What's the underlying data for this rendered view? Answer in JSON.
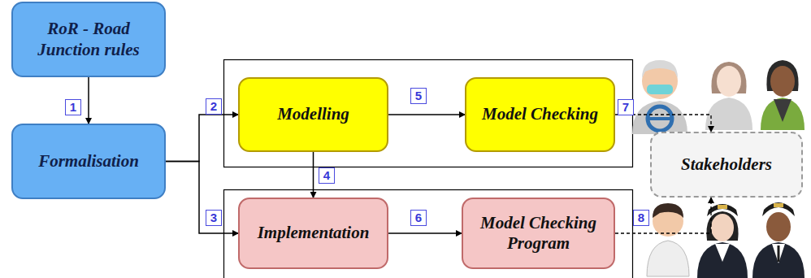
{
  "diagram": {
    "nodes": [
      {
        "text": [
          "RoR - Road Junction rules"
        ]
      },
      {
        "text": [
          "Formalisation"
        ]
      },
      {
        "text": [
          "Modelling"
        ]
      },
      {
        "text": [
          "Model Checking"
        ]
      },
      {
        "text": [
          "Stakeholders"
        ]
      },
      {
        "text": [
          "Implementation"
        ]
      },
      {
        "text": [
          "Model Checking Program"
        ]
      }
    ],
    "edges": [
      {
        "from": 0,
        "to": 1,
        "arrow": "to",
        "label": "1"
      },
      {
        "from": 1,
        "to": 2,
        "arrow": "to",
        "label": "2"
      },
      {
        "from": 1,
        "to": 5,
        "arrow": "to",
        "label": "3"
      },
      {
        "from": 2,
        "to": 5,
        "arrow": "to",
        "label": "4"
      },
      {
        "from": 2,
        "to": 3,
        "arrow": "to",
        "label": "5"
      },
      {
        "from": 5,
        "to": 6,
        "arrow": "to",
        "label": "6"
      },
      {
        "from": 3,
        "to": 4,
        "arrow": "to",
        "label": "7"
      },
      {
        "from": 6,
        "to": 4,
        "arrow": "to",
        "label": "8"
      }
    ]
  }
}
